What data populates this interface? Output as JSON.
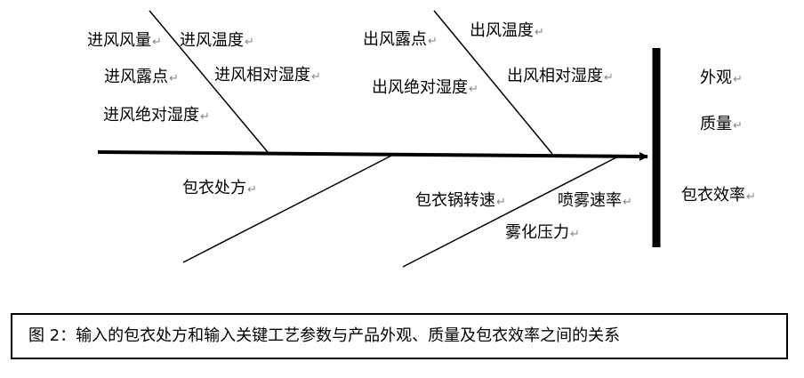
{
  "diagram": {
    "return_mark": "↵",
    "labels": {
      "in_air_volume": "进风风量",
      "in_air_temp": "进风温度",
      "in_dew_point": "进风露点",
      "in_rel_humidity": "进风相对湿度",
      "in_abs_humidity": "进风绝对湿度",
      "out_dew_point": "出风露点",
      "out_air_temp": "出风温度",
      "out_rel_humidity": "出风相对湿度",
      "out_abs_humidity": "出风绝对湿度",
      "coating_formula": "包衣处方",
      "pan_speed": "包衣锅转速",
      "spray_rate": "喷雾速率",
      "atomizing_pressure": "雾化压力",
      "appearance": "外观",
      "quality": "质量",
      "coating_efficiency": "包衣效率"
    }
  },
  "caption": "图 2：输入的包衣处方和输入关键工艺参数与产品外观、质量及包衣效率之间的关系"
}
